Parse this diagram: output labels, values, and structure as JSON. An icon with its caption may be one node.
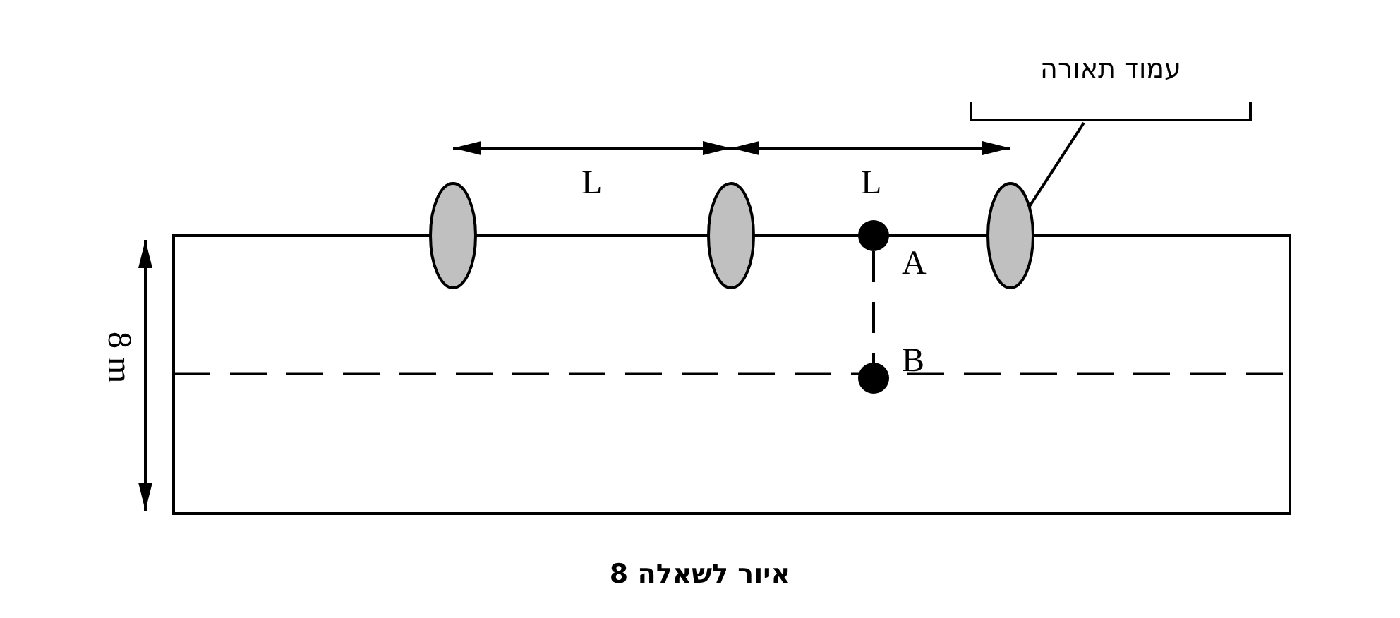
{
  "diagram": {
    "caption": "איור לשאלה 8",
    "nodes": [
      {
        "text": [
          "עמוד תאורה"
        ]
      },
      {
        "text": [],
        "shape": "ellipse"
      },
      {
        "text": [],
        "shape": "ellipse"
      },
      {
        "text": [],
        "shape": "ellipse"
      },
      {
        "text": [],
        "shape": "circle",
        "beside": [
          "A"
        ]
      },
      {
        "text": [],
        "shape": "circle",
        "beside": [
          "B"
        ]
      }
    ],
    "edges": [
      {
        "from": 0,
        "to": 3,
        "arrow": "none"
      },
      {
        "from": 4,
        "to": 5,
        "arrow": "none",
        "style": "dashed"
      }
    ],
    "labels": [
      "L",
      "L",
      "8 m"
    ]
  }
}
